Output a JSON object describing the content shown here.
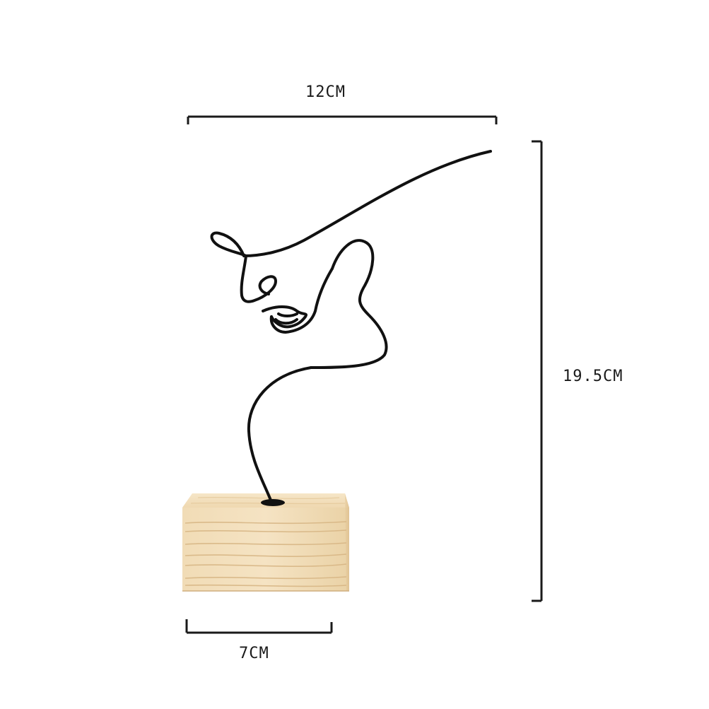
{
  "dimensions": {
    "width_label": "12CM",
    "height_label": "19.5CM",
    "base_width_label": "7CM"
  },
  "colors": {
    "wire": "#111111",
    "wood_light": "#f3dfbd",
    "wood_grain": "#d9b98a",
    "dimension_line": "#1a1a1a",
    "background": "#ffffff"
  }
}
